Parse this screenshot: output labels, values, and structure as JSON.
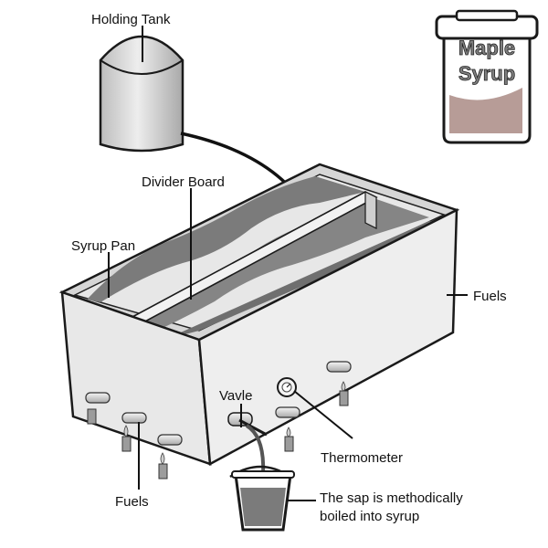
{
  "labels": {
    "holding_tank": "Holding Tank",
    "divider_board": "Divider Board",
    "syrup_pan": "Syrup Pan",
    "fuels_right": "Fuels",
    "fuels_left": "Fuels",
    "valve": "Vavle",
    "thermometer": "Thermometer",
    "sap_line1": "The sap is methodically",
    "sap_line2": "boiled into syrup"
  },
  "jar": {
    "line1": "Maple",
    "line2": "Syrup"
  },
  "colors": {
    "liquid": "#7b7b7b",
    "pan_body": "#e8e8e8",
    "syrup_fill": "#b79c97",
    "outline": "#1a1a1a"
  }
}
